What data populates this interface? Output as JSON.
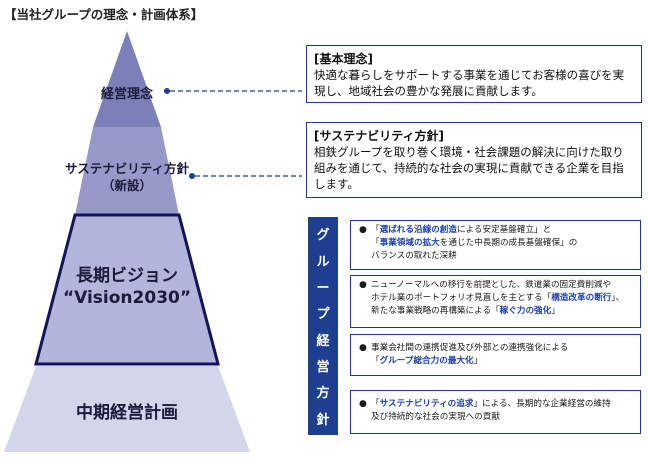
{
  "title": "【当社グループの理念・計画体系】",
  "pyramid": {
    "tier1": "経営理念",
    "tier2_line1": "サステナビリティ方針",
    "tier2_line2": "（新設）",
    "tier3_line1": "長期ビジョン",
    "tier3_line2": "“Vision2030”",
    "tier4": "中期経営計画"
  },
  "boxes": {
    "philosophy_head": "[基本理念]",
    "philosophy_body": "快適な暮らしをサポートする事業を通じてお客様の喜びを実現し、地域社会の豊かな発展に貢献します。",
    "sustain_head": "[サステナビリティ方針]",
    "sustain_body": "相鉄グループを取り巻く環境・社会課題の解決に向けた取り組みを通じて、持続的な社会の実現に貢献できる企業を目指します。"
  },
  "group_policy": {
    "band_chars": [
      "グ",
      "ル",
      "ー",
      "プ",
      "経",
      "営",
      "方",
      "針"
    ],
    "bullet": "●",
    "p1": {
      "a": "「",
      "hl1": "選ばれる沿線の創造",
      "b": "による安定基盤確立」と",
      "c": "「",
      "hl2": "事業領域の拡大",
      "d": "を通じた中長期の成長基盤確保」の",
      "e": "バランスの取れた深耕"
    },
    "p2": {
      "a": "ニューノーマルへの移行を前提とした、鉄道業の固定費削減や",
      "b": "ホテル業のポートフォリオ見直しを主とする「",
      "hl1": "構造改革の断行",
      "c": "」、",
      "d": "新たな事業戦略の再構築による「",
      "hl2": "稼ぐ力の強化",
      "e": "」"
    },
    "p3": {
      "a": "事業会社間の連携促進及び外部との連携強化による",
      "b": "「",
      "hl1": "グループ総合力の最大化",
      "c": "」"
    },
    "p4": {
      "a": "「",
      "hl1": "サステナビリティの追求",
      "b": "」による、長期的な企業経営の維持",
      "c": "及び持続的な社会の実現への貢献"
    }
  },
  "colors": {
    "tier1": "#7d80b8",
    "tier2": "#9799c8",
    "tier3": "#b3b5da",
    "tier4": "#d3d5ea",
    "outline": "#14145a",
    "accent": "#1e3f8f"
  }
}
